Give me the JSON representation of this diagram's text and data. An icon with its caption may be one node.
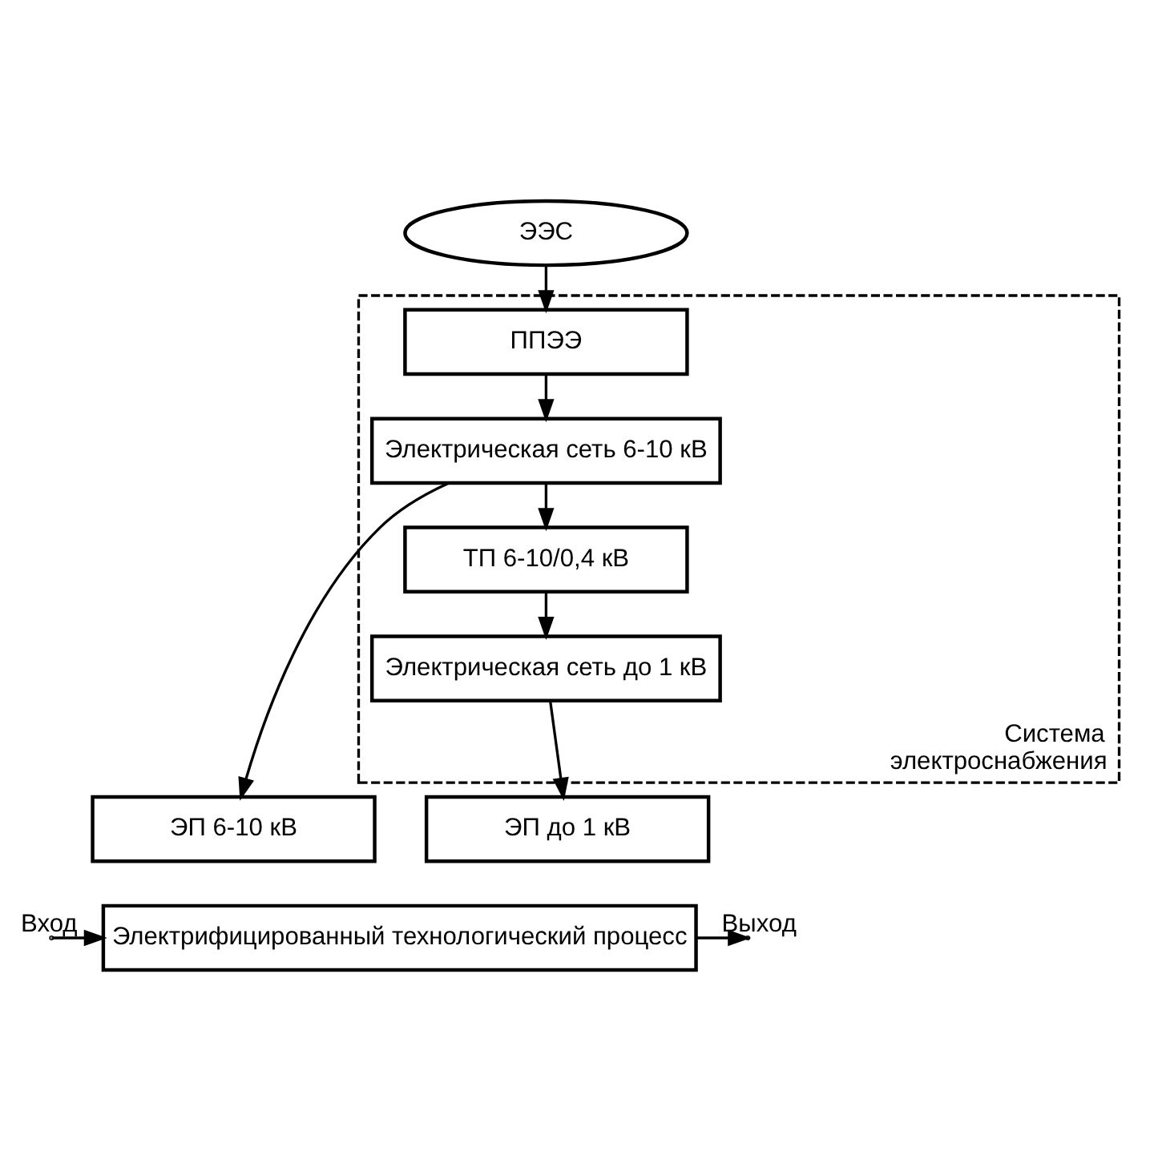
{
  "diagram": {
    "nodes": [
      {
        "text": [
          "ЭЭС"
        ]
      },
      {
        "text": [
          "Система электроснабжения"
        ]
      },
      {
        "text": [
          "ППЭЭ"
        ],
        "in": 1
      },
      {
        "text": [
          "Электрическая сеть 6-10 кВ"
        ],
        "in": 1
      },
      {
        "text": [
          "ТП 6-10/0,4 кВ"
        ],
        "in": 1
      },
      {
        "text": [
          "Электрическая сеть до 1 кВ"
        ],
        "in": 1
      },
      {
        "text": [
          "ЭП 6-10 кВ"
        ]
      },
      {
        "text": [
          "ЭП до 1 кВ"
        ]
      },
      {
        "text": [
          "Электрифицированный технологический процесс"
        ]
      }
    ],
    "edges": [
      {
        "from": 0,
        "to": 2,
        "arrow": "to"
      },
      {
        "from": 2,
        "to": 3,
        "arrow": "to"
      },
      {
        "from": 3,
        "to": 4,
        "arrow": "to"
      },
      {
        "from": 4,
        "to": 5,
        "arrow": "to"
      },
      {
        "from": 3,
        "to": 6,
        "arrow": "to"
      },
      {
        "from": 5,
        "to": 7,
        "arrow": "to"
      },
      {
        "from": null,
        "to": 8,
        "arrow": "to",
        "label": "Вход"
      },
      {
        "from": 8,
        "to": null,
        "arrow": "to",
        "label": "Выход"
      }
    ]
  }
}
